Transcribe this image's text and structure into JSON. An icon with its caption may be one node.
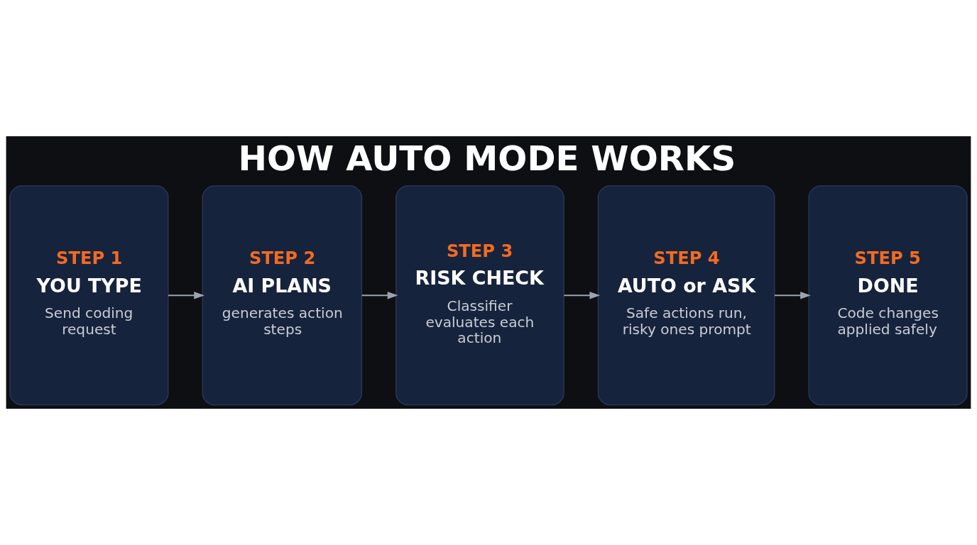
{
  "diagram": {
    "title": "HOW AUTO MODE WORKS",
    "nodes": [
      {
        "text": [
          "STEP 1",
          "YOU TYPE",
          "Send coding request"
        ]
      },
      {
        "text": [
          "STEP 2",
          "AI PLANS",
          "generates action steps"
        ]
      },
      {
        "text": [
          "STEP 3",
          "RISK CHECK",
          "Classifier evaluates each action"
        ]
      },
      {
        "text": [
          "STEP 4",
          "AUTO or ASK",
          "Safe actions run, risky ones prompt"
        ]
      },
      {
        "text": [
          "STEP 5",
          "DONE",
          "Code changes applied safely"
        ]
      }
    ],
    "edges": [
      {
        "from": 0,
        "to": 1,
        "arrow": "to"
      },
      {
        "from": 1,
        "to": 2,
        "arrow": "to"
      },
      {
        "from": 2,
        "to": 3,
        "arrow": "to"
      },
      {
        "from": 3,
        "to": 4,
        "arrow": "to"
      }
    ]
  }
}
